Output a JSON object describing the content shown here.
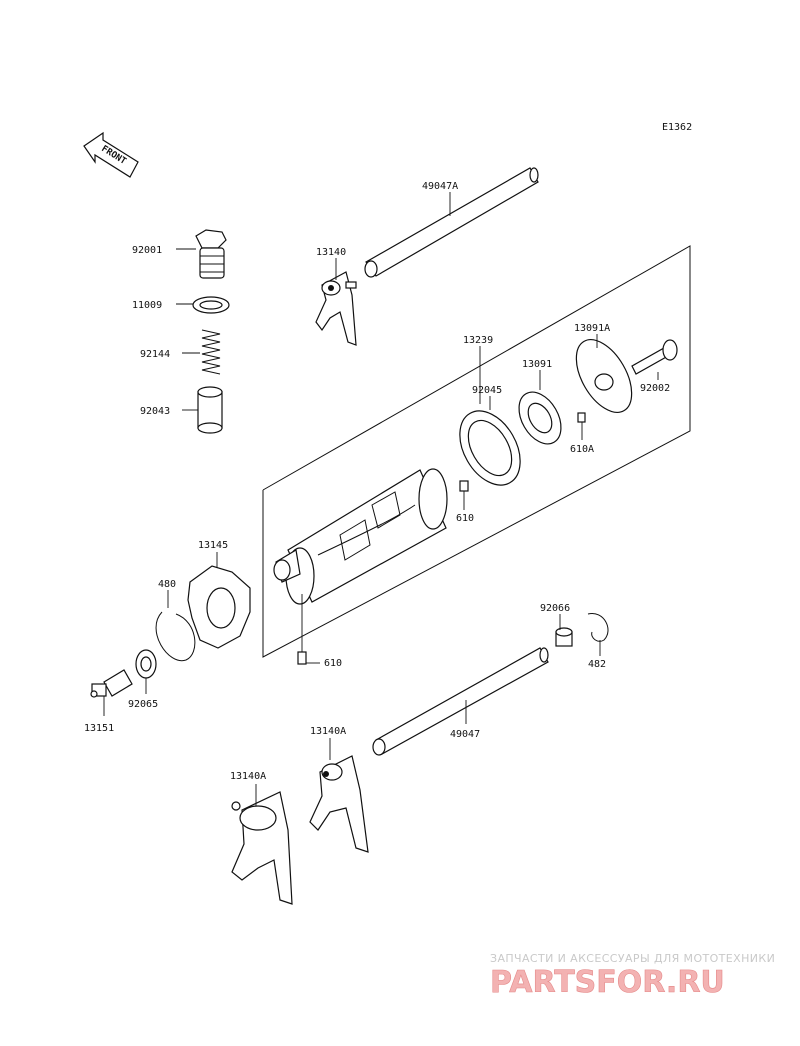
{
  "diagram_code": "E1362",
  "front_label": "FRONT",
  "parts": {
    "p49047A": "49047A",
    "p13140": "13140",
    "p92001": "92001",
    "p11009": "11009",
    "p92144": "92144",
    "p92043": "92043",
    "p13239": "13239",
    "p13091A": "13091A",
    "p13091": "13091",
    "p92045": "92045",
    "p92002": "92002",
    "p610A": "610A",
    "p610a": "610",
    "p13145": "13145",
    "p480": "480",
    "p610b": "610",
    "p92066": "92066",
    "p482": "482",
    "p13151": "13151",
    "p92065": "92065",
    "p49047": "49047",
    "p13140A_a": "13140A",
    "p13140A_b": "13140A"
  },
  "watermark": {
    "subtitle": "ЗАПЧАСТИ И АКСЕССУАРЫ ДЛЯ МОТОТЕХНИКИ",
    "logo": "PARTSFOR.RU"
  }
}
